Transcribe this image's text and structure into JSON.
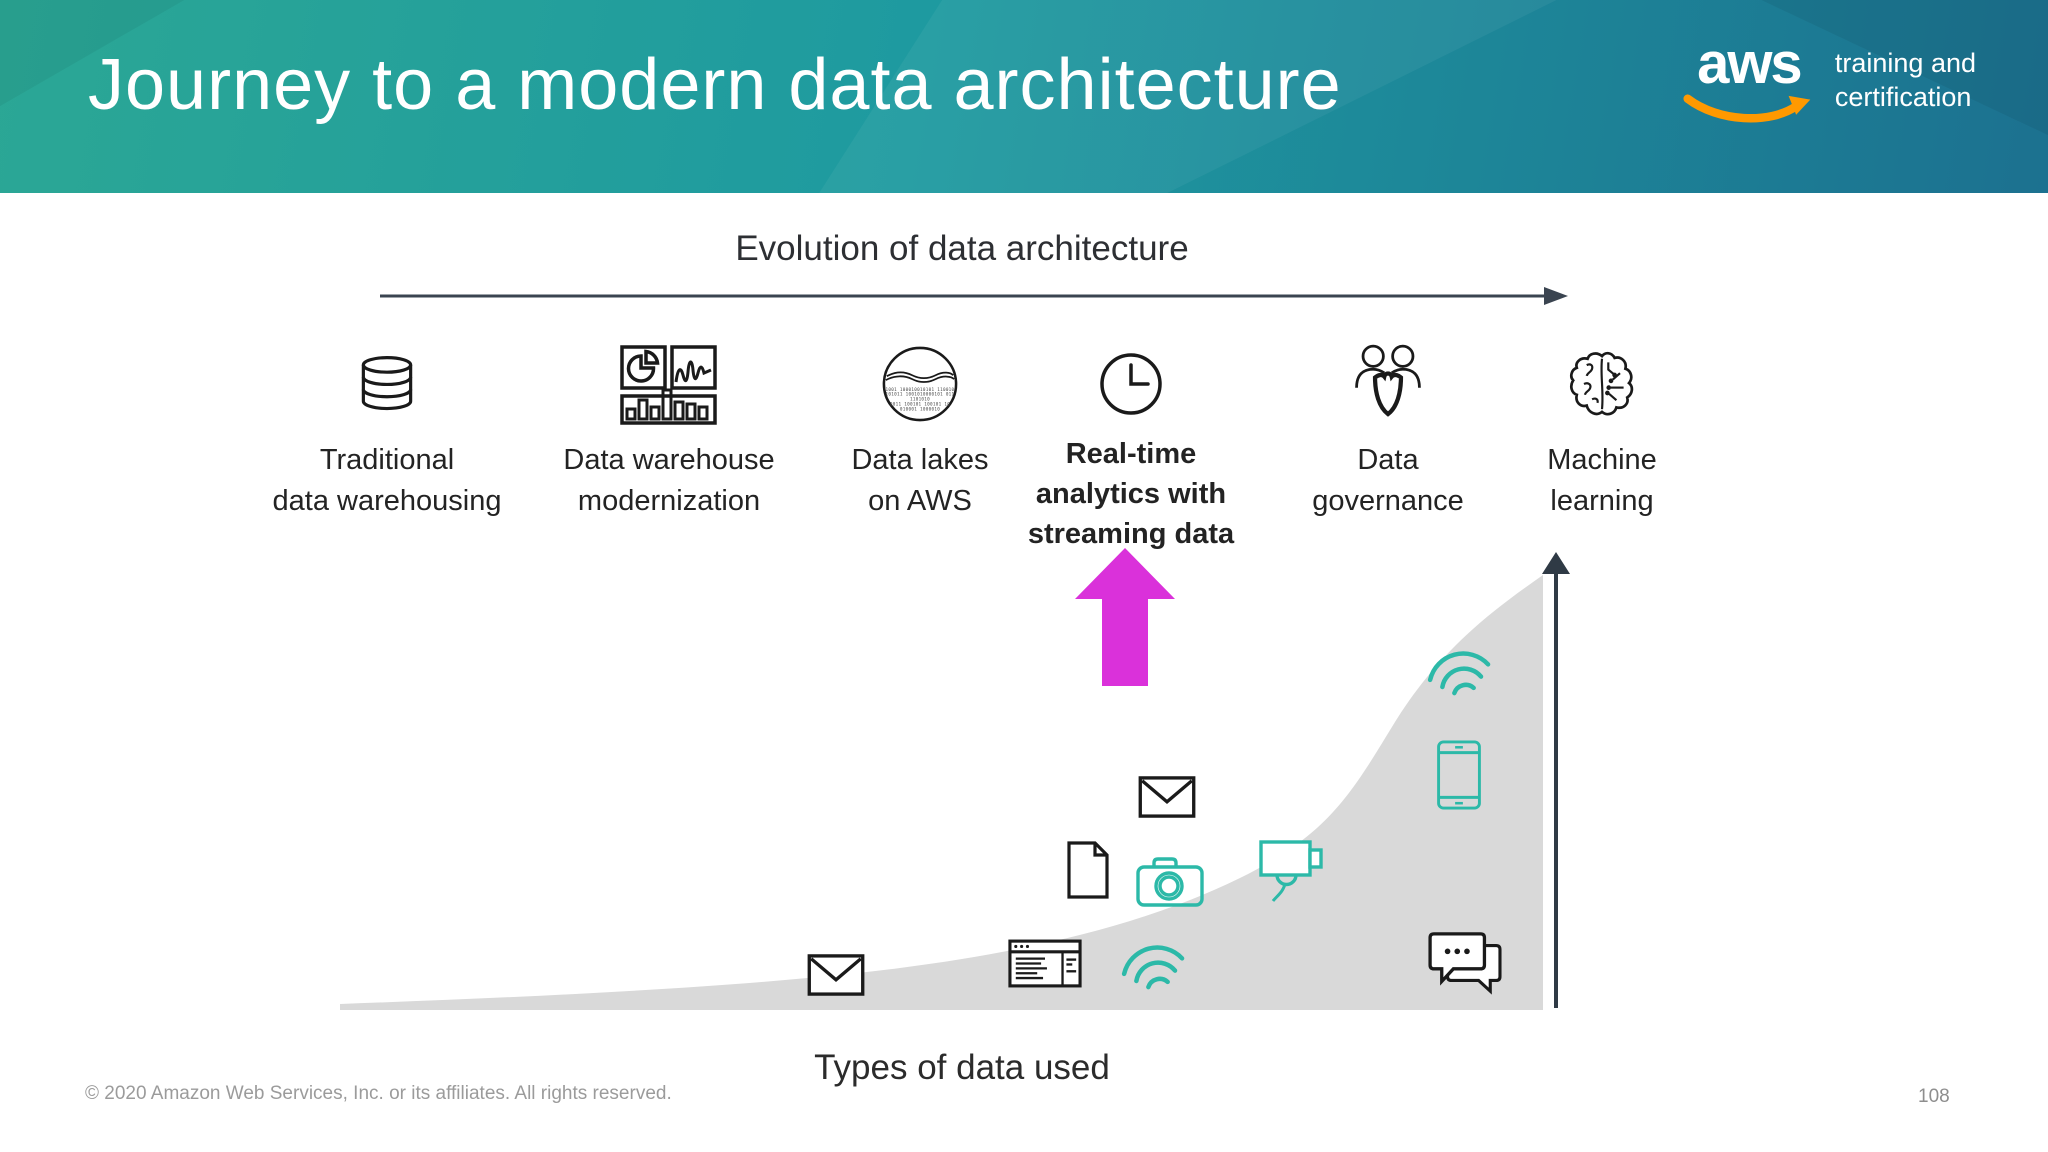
{
  "header": {
    "title": "Journey to a modern data architecture",
    "logo": {
      "text": "aws",
      "tagline1": "training and",
      "tagline2": "certification"
    }
  },
  "timeline": {
    "title": "Evolution of data architecture",
    "stages": [
      {
        "icon": "database-icon",
        "line1": "Traditional",
        "line2": "data warehousing"
      },
      {
        "icon": "dashboard-icon",
        "line1": "Data warehouse",
        "line2": "modernization"
      },
      {
        "icon": "data-lake-icon",
        "line1": "Data lakes",
        "line2": "on AWS"
      },
      {
        "icon": "clock-icon",
        "line1": "Real-time",
        "line2": "analytics with",
        "line3": "streaming data",
        "highlighted": true
      },
      {
        "icon": "people-shield-icon",
        "line1": "Data",
        "line2": "governance"
      },
      {
        "icon": "brain-circuit-icon",
        "line1": "Machine",
        "line2": "learning"
      }
    ]
  },
  "growth_diagram": {
    "xlabel": "Types of data used",
    "area_color": "#d9d9d9",
    "highlight_arrow_color": "#da31da",
    "data_type_icons": [
      "envelope-icon",
      "report-table-icon",
      "wifi-icon",
      "document-icon",
      "camera-icon",
      "envelope-icon",
      "cctv-camera-icon",
      "smartphone-icon",
      "wifi-icon",
      "chat-bubbles-icon"
    ],
    "lake_binary": {
      "row1": "1001 100010010101 110010",
      "row2": "101011 1001010000101 011",
      "row3": "1101010",
      "row4": "0011 100101 100101 10",
      "row5": "010001 1000010"
    }
  },
  "colors": {
    "header_gradient_start": "#2ba795",
    "header_gradient_end": "#1c7190",
    "accent_teal": "#2cb9a8",
    "aws_orange": "#ff9900",
    "ink": "#1a1a1a",
    "footer_gray": "#9b9b9b"
  },
  "footer": {
    "copyright": "© 2020 Amazon Web Services, Inc. or its affiliates. All rights reserved.",
    "page_number": "108"
  }
}
